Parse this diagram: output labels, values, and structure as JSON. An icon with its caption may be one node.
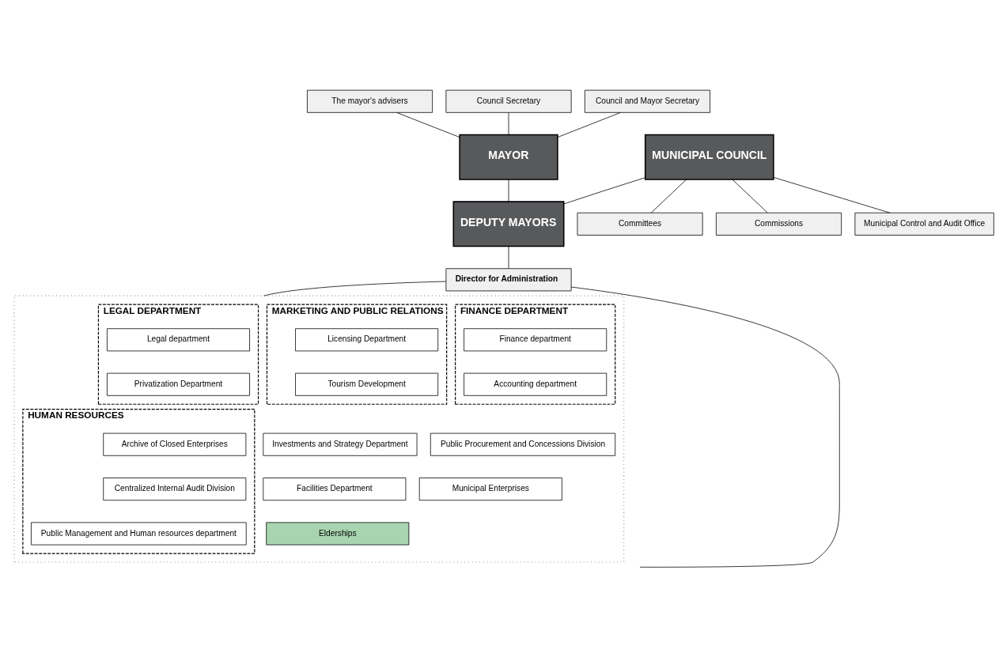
{
  "diagram": {
    "nodes": [
      {
        "text": [
          "The mayor's advisers"
        ]
      },
      {
        "text": [
          "Council Secretary"
        ]
      },
      {
        "text": [
          "Council and Mayor Secretary"
        ]
      },
      {
        "text": [
          "MAYOR"
        ]
      },
      {
        "text": [
          "MUNICIPAL COUNCIL"
        ]
      },
      {
        "text": [
          "Committees"
        ]
      },
      {
        "text": [
          "Commissions"
        ]
      },
      {
        "text": [
          "Municipal Control and Audit Office"
        ]
      },
      {
        "text": [
          "DEPUTY MAYORS"
        ]
      },
      {
        "text": [
          "Director for Administration"
        ]
      },
      {
        "text": [],
        "shape": "box"
      },
      {
        "text": [
          "LEGAL DEPARTMENT"
        ],
        "in": 10
      },
      {
        "text": [
          "Legal department"
        ],
        "in": 11
      },
      {
        "text": [
          "Privatization Department"
        ],
        "in": 11
      },
      {
        "text": [
          "Investments and Strategy Department"
        ],
        "in": 10
      },
      {
        "text": [
          "Facilities Department"
        ],
        "in": 10
      },
      {
        "text": [
          "Elderships"
        ],
        "in": 10
      },
      {
        "text": [
          "MARKETING AND PUBLIC RELATIONS"
        ],
        "in": 10
      },
      {
        "text": [
          "Licensing Department"
        ],
        "in": 17
      },
      {
        "text": [
          "Tourism Development"
        ],
        "in": 17
      },
      {
        "text": [
          "Public Procurement and Concessions Division"
        ],
        "in": 10
      },
      {
        "text": [
          "Municipal Enterprises"
        ],
        "in": 10
      },
      {
        "text": [
          "FINANCE DEPARTMENT"
        ],
        "in": 10
      },
      {
        "text": [
          "Finance department"
        ],
        "in": 22
      },
      {
        "text": [
          "Accounting department"
        ],
        "in": 22
      },
      {
        "text": [
          "HUMAN RESOURCES"
        ],
        "in": 10
      },
      {
        "text": [
          "Archive of Closed Enterprises"
        ],
        "in": 25
      },
      {
        "text": [
          "Centralized Internal Audit Division"
        ],
        "in": 25
      },
      {
        "text": [
          "Public Management and Human resources department"
        ],
        "in": 25
      }
    ],
    "edges": [
      {
        "from": 0,
        "to": 3,
        "arrow": "none"
      },
      {
        "from": 1,
        "to": 3,
        "arrow": "none"
      },
      {
        "from": 2,
        "to": 3,
        "arrow": "none"
      },
      {
        "from": 4,
        "to": 5,
        "arrow": "none"
      },
      {
        "from": 4,
        "to": 6,
        "arrow": "none"
      },
      {
        "from": 4,
        "to": 7,
        "arrow": "none"
      },
      {
        "from": 3,
        "to": 8,
        "arrow": "none"
      },
      {
        "from": 4,
        "to": 8,
        "arrow": "none"
      },
      {
        "from": 8,
        "to": 9,
        "arrow": "none"
      },
      {
        "from": 9,
        "to": 10,
        "arrow": "none"
      },
      {
        "from": 9,
        "to": null,
        "arrow": "none"
      }
    ]
  }
}
